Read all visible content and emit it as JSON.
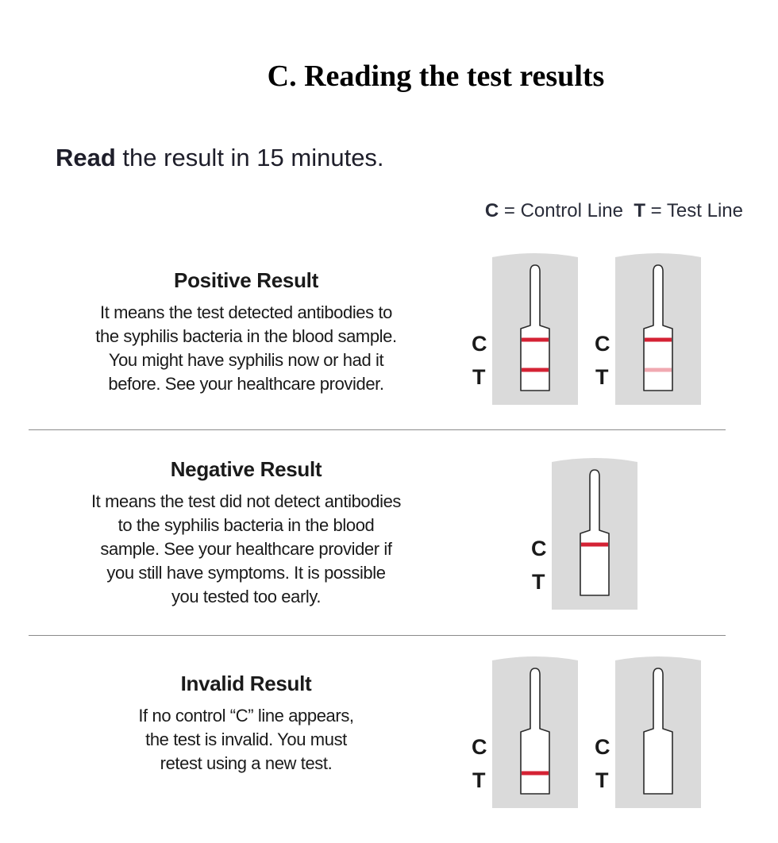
{
  "title": "C. Reading the test results",
  "intro": {
    "bold": "Read",
    "rest": " the result in 15 minutes."
  },
  "legend": {
    "c_letter": "C",
    "c_text": " = Control Line",
    "t_letter": "T",
    "t_text": " = Test Line"
  },
  "sections": {
    "positive": {
      "heading": "Positive Result",
      "lines": [
        "It means the test detected antibodies to",
        "the syphilis bacteria in the blood sample.",
        "You might have syphilis now or had it",
        "before. See your healthcare provider."
      ],
      "cassettes": [
        {
          "c_line": "strong",
          "t_line": "strong"
        },
        {
          "c_line": "strong",
          "t_line": "faint"
        }
      ]
    },
    "negative": {
      "heading": "Negative Result",
      "lines": [
        "It means the test did not detect antibodies",
        "to the syphilis bacteria in the blood",
        "sample. See your healthcare provider if",
        "you still have symptoms. It is possible",
        "you tested too early."
      ],
      "cassettes": [
        {
          "c_line": "strong",
          "t_line": "none"
        }
      ]
    },
    "invalid": {
      "heading": "Invalid Result",
      "lines": [
        "If no control “C” line appears,",
        "the test is invalid. You must",
        "retest using a new test."
      ],
      "cassettes": [
        {
          "c_line": "none",
          "t_line": "strong"
        },
        {
          "c_line": "none",
          "t_line": "none"
        }
      ]
    }
  },
  "strip_labels": {
    "c": "C",
    "t": "T"
  },
  "colors": {
    "line_strong": "#d42234",
    "line_faint": "#f0a9b1",
    "cassette_bg": "#dadada",
    "divider": "#8a8a8a"
  }
}
